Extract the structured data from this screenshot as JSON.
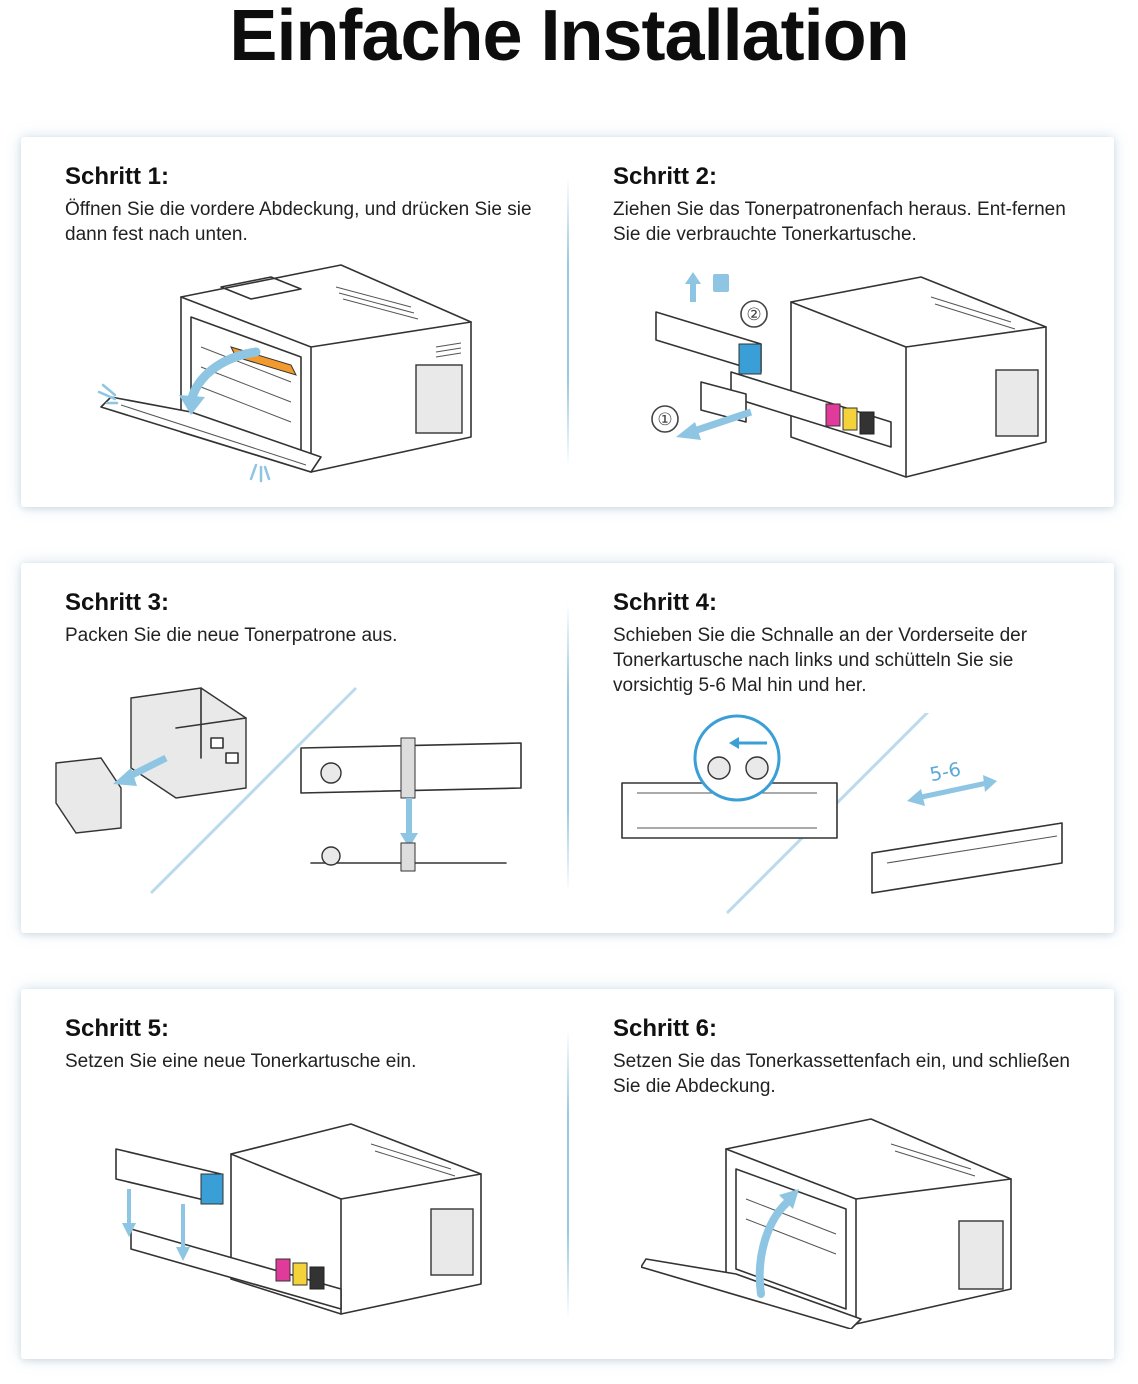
{
  "page": {
    "title": "Einfache Installation"
  },
  "colors": {
    "arrow": "#8ec5e3",
    "orange": "#f29a2e",
    "cyan": "#3a9fd6",
    "magenta": "#e03a9a",
    "yellow": "#f3d23a",
    "black": "#333333",
    "divider": "#8cc3dc"
  },
  "steps": [
    {
      "title": "Schritt 1:",
      "text": "Öffnen Sie die vordere Abdeckung, und drücken Sie sie dann fest nach unten."
    },
    {
      "title": "Schritt 2:",
      "text": "Ziehen Sie das Tonerpatronenfach heraus. Ent-fernen Sie die verbrauchte Tonerkartusche.",
      "markers": [
        "①",
        "②"
      ]
    },
    {
      "title": "Schritt 3:",
      "text": "Packen Sie die neue Tonerpatrone aus."
    },
    {
      "title": "Schritt 4:",
      "text": "Schieben Sie die Schnalle an der Vorderseite der Tonerkartusche nach links und schütteln Sie sie vorsichtig 5-6 Mal hin und her.",
      "shake_label": "5-6"
    },
    {
      "title": "Schritt 5:",
      "text": "Setzen Sie eine neue Tonerkartusche ein."
    },
    {
      "title": "Schritt 6:",
      "text": "Setzen Sie das Tonerkassettenfach ein, und schließen Sie die Abdeckung."
    }
  ]
}
